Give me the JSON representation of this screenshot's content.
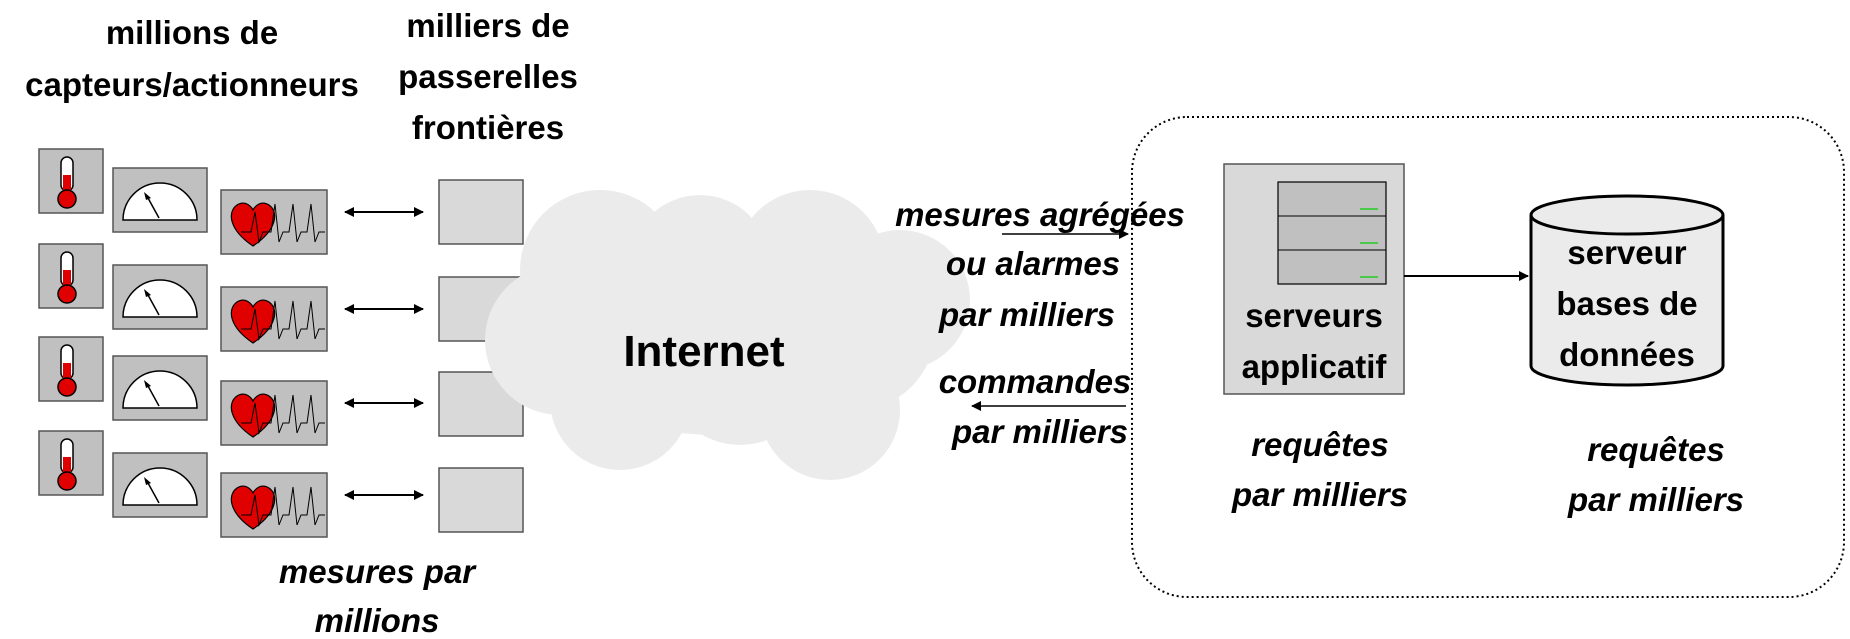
{
  "labels": {
    "sensors_line1": "millions de",
    "sensors_line2": "capteurs/actionneurs",
    "gateways_line1": "milliers de",
    "gateways_line2": "passerelles",
    "gateways_line3": "frontières",
    "cloud": "Internet",
    "up_line1": "mesures agrégées",
    "up_line2": "ou alarmes",
    "up_line3": "par milliers",
    "down_line1": "commandes",
    "down_line2": "par milliers",
    "app_server_line1": "serveurs",
    "app_server_line2": "applicatif",
    "db_line1": "serveur",
    "db_line2": "bases de",
    "db_line3": "données",
    "app_requests_line1": "requêtes",
    "app_requests_line2": "par milliers",
    "db_requests_line1": "requêtes",
    "db_requests_line2": "par milliers",
    "measures_line1": "mesures par",
    "measures_line2": "millions"
  },
  "colors": {
    "panel_gray": "#c0c0c0",
    "box_gray": "#d9d9d9",
    "cloud_gray": "#ebebeb",
    "accent_red": "#e00000",
    "led_green": "#22cc22"
  },
  "sensor_rows": 4
}
